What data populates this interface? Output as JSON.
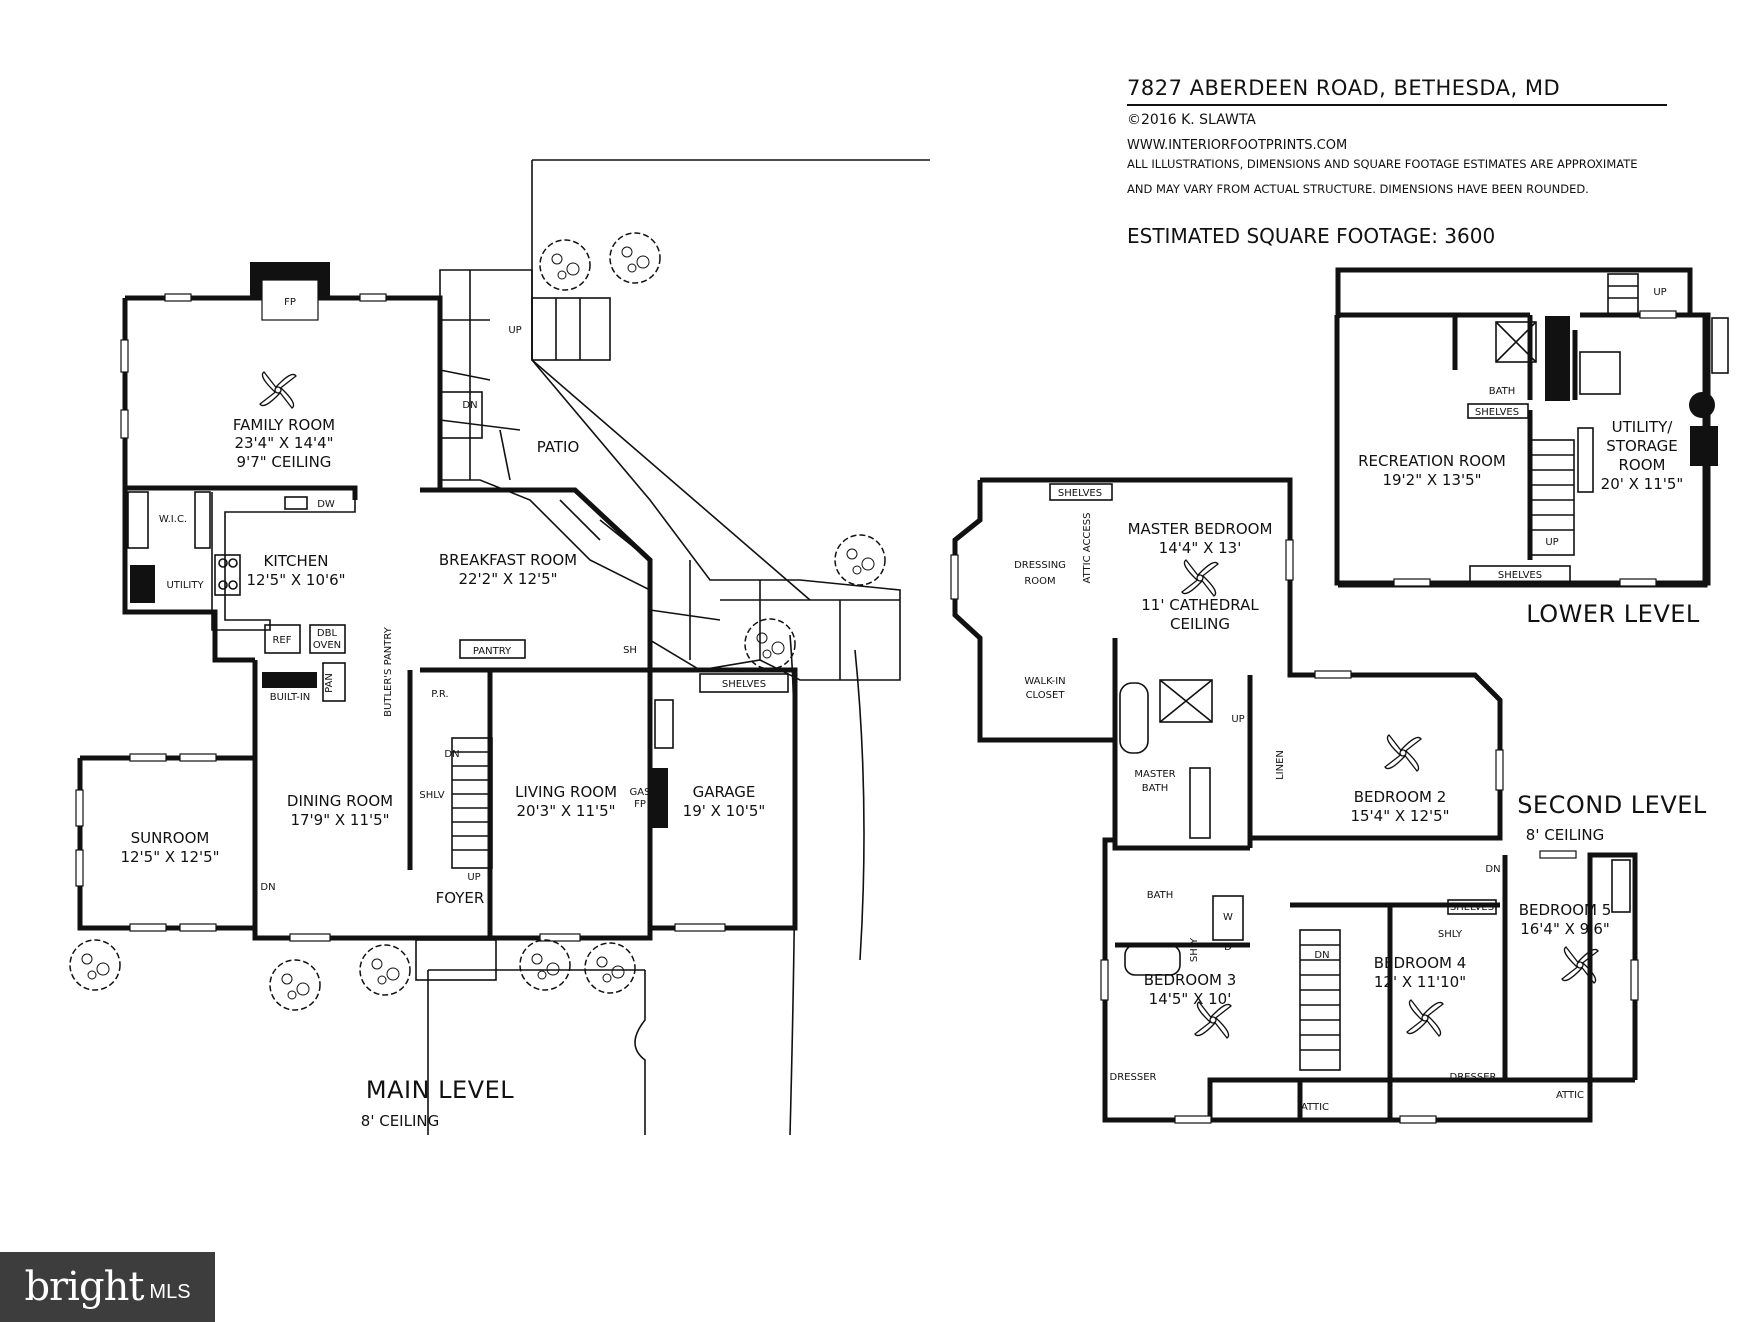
{
  "header": {
    "address": "7827 ABERDEEN ROAD, BETHESDA, MD",
    "copyright": "©2016 K. SLAWTA",
    "website": "WWW.INTERIORFOOTPRINTS.COM",
    "disclaimer_line1": "ALL ILLUSTRATIONS, DIMENSIONS AND SQUARE FOOTAGE ESTIMATES ARE APPROXIMATE",
    "disclaimer_line2": "AND MAY VARY FROM ACTUAL STRUCTURE. DIMENSIONS HAVE BEEN ROUNDED.",
    "square_footage": "ESTIMATED SQUARE FOOTAGE: 3600"
  },
  "levels": {
    "main": {
      "title": "MAIN LEVEL",
      "ceiling": "8' CEILING"
    },
    "second": {
      "title": "SECOND LEVEL",
      "ceiling": "8' CEILING"
    },
    "lower": {
      "title": "LOWER LEVEL"
    }
  },
  "rooms": {
    "family_room": {
      "name": "FAMILY ROOM",
      "dims": "23'4\" X 14'4\"",
      "extra": "9'7\" CEILING"
    },
    "kitchen": {
      "name": "KITCHEN",
      "dims": "12'5\" X 10'6\""
    },
    "breakfast_room": {
      "name": "BREAKFAST ROOM",
      "dims": "22'2\" X 12'5\""
    },
    "patio": {
      "name": "PATIO"
    },
    "dining_room": {
      "name": "DINING ROOM",
      "dims": "17'9\" X 11'5\""
    },
    "living_room": {
      "name": "LIVING ROOM",
      "dims": "20'3\" X 11'5\""
    },
    "garage": {
      "name": "GARAGE",
      "dims": "19' X 10'5\""
    },
    "sunroom": {
      "name": "SUNROOM",
      "dims": "12'5\" X 12'5\""
    },
    "foyer": {
      "name": "FOYER"
    },
    "dressing_room": {
      "name_l1": "DRESSING",
      "name_l2": "ROOM"
    },
    "master_bedroom": {
      "name": "MASTER BEDROOM",
      "dims": "14'4\" X 13'",
      "extra_l1": "11' CATHEDRAL",
      "extra_l2": "CEILING"
    },
    "walk_in_closet": {
      "name_l1": "WALK-IN",
      "name_l2": "CLOSET"
    },
    "master_bath": {
      "name_l1": "MASTER",
      "name_l2": "BATH"
    },
    "bedroom_2": {
      "name": "BEDROOM 2",
      "dims": "15'4\" X 12'5\""
    },
    "bedroom_3": {
      "name": "BEDROOM 3",
      "dims": "14'5\" X 10'"
    },
    "bedroom_4": {
      "name": "BEDROOM 4",
      "dims": "12' X 11'10\""
    },
    "bedroom_5": {
      "name": "BEDROOM 5",
      "dims": "16'4\" X 9'6\""
    },
    "bath_second": {
      "name": "BATH"
    },
    "recreation_room": {
      "name": "RECREATION ROOM",
      "dims": "19'2\" X 13'5\""
    },
    "utility_storage": {
      "name_l1": "UTILITY/",
      "name_l2": "STORAGE",
      "name_l3": "ROOM",
      "dims": "20' X 11'5\""
    },
    "bath_lower": {
      "name": "BATH"
    }
  },
  "small_labels": {
    "fp": "FP",
    "up": "UP",
    "dn": "DN",
    "wic": "W.I.C.",
    "utility": "UTILITY",
    "shelves": "SHELVES",
    "dw": "DW",
    "ref": "REF",
    "dbl_oven_l1": "DBL",
    "dbl_oven_l2": "OVEN",
    "pantry": "PANTRY",
    "butlers_pantry": "BUTLER'S PANTRY",
    "pan": "PAN",
    "built_in": "BUILT-IN",
    "pr": "P.R.",
    "shlv": "SHLV",
    "gas_fp_l1": "GAS",
    "gas_fp_l2": "FP",
    "sh": "SH",
    "attic_access": "ATTIC ACCESS",
    "linen": "LINEN",
    "dresser": "DRESSER",
    "attic": "ATTIC",
    "shly": "SHLY",
    "w": "W",
    "d": "D"
  },
  "logo": {
    "text": "bright",
    "suffix": "MLS"
  }
}
